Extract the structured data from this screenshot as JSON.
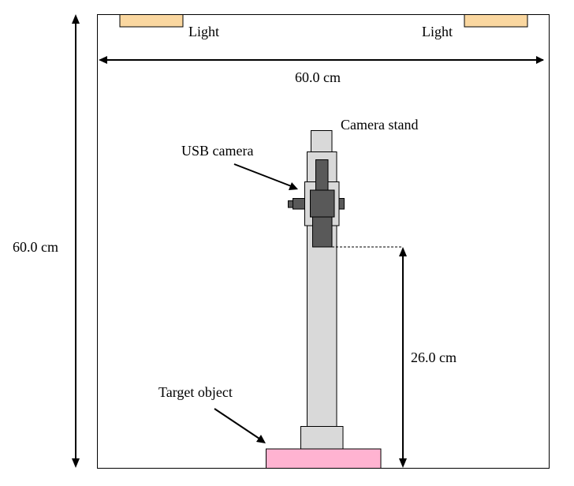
{
  "labels": {
    "light_left": "Light",
    "light_right": "Light",
    "width": "60.0 cm",
    "height": "60.0 cm",
    "camera_stand": "Camera stand",
    "usb_camera": "USB camera",
    "camera_height": "26.0 cm",
    "target_object": "Target object"
  },
  "colors": {
    "light": "#fad7a0",
    "stand": "#d9d9d9",
    "camera": "#595959",
    "target": "#ffb3d1"
  }
}
